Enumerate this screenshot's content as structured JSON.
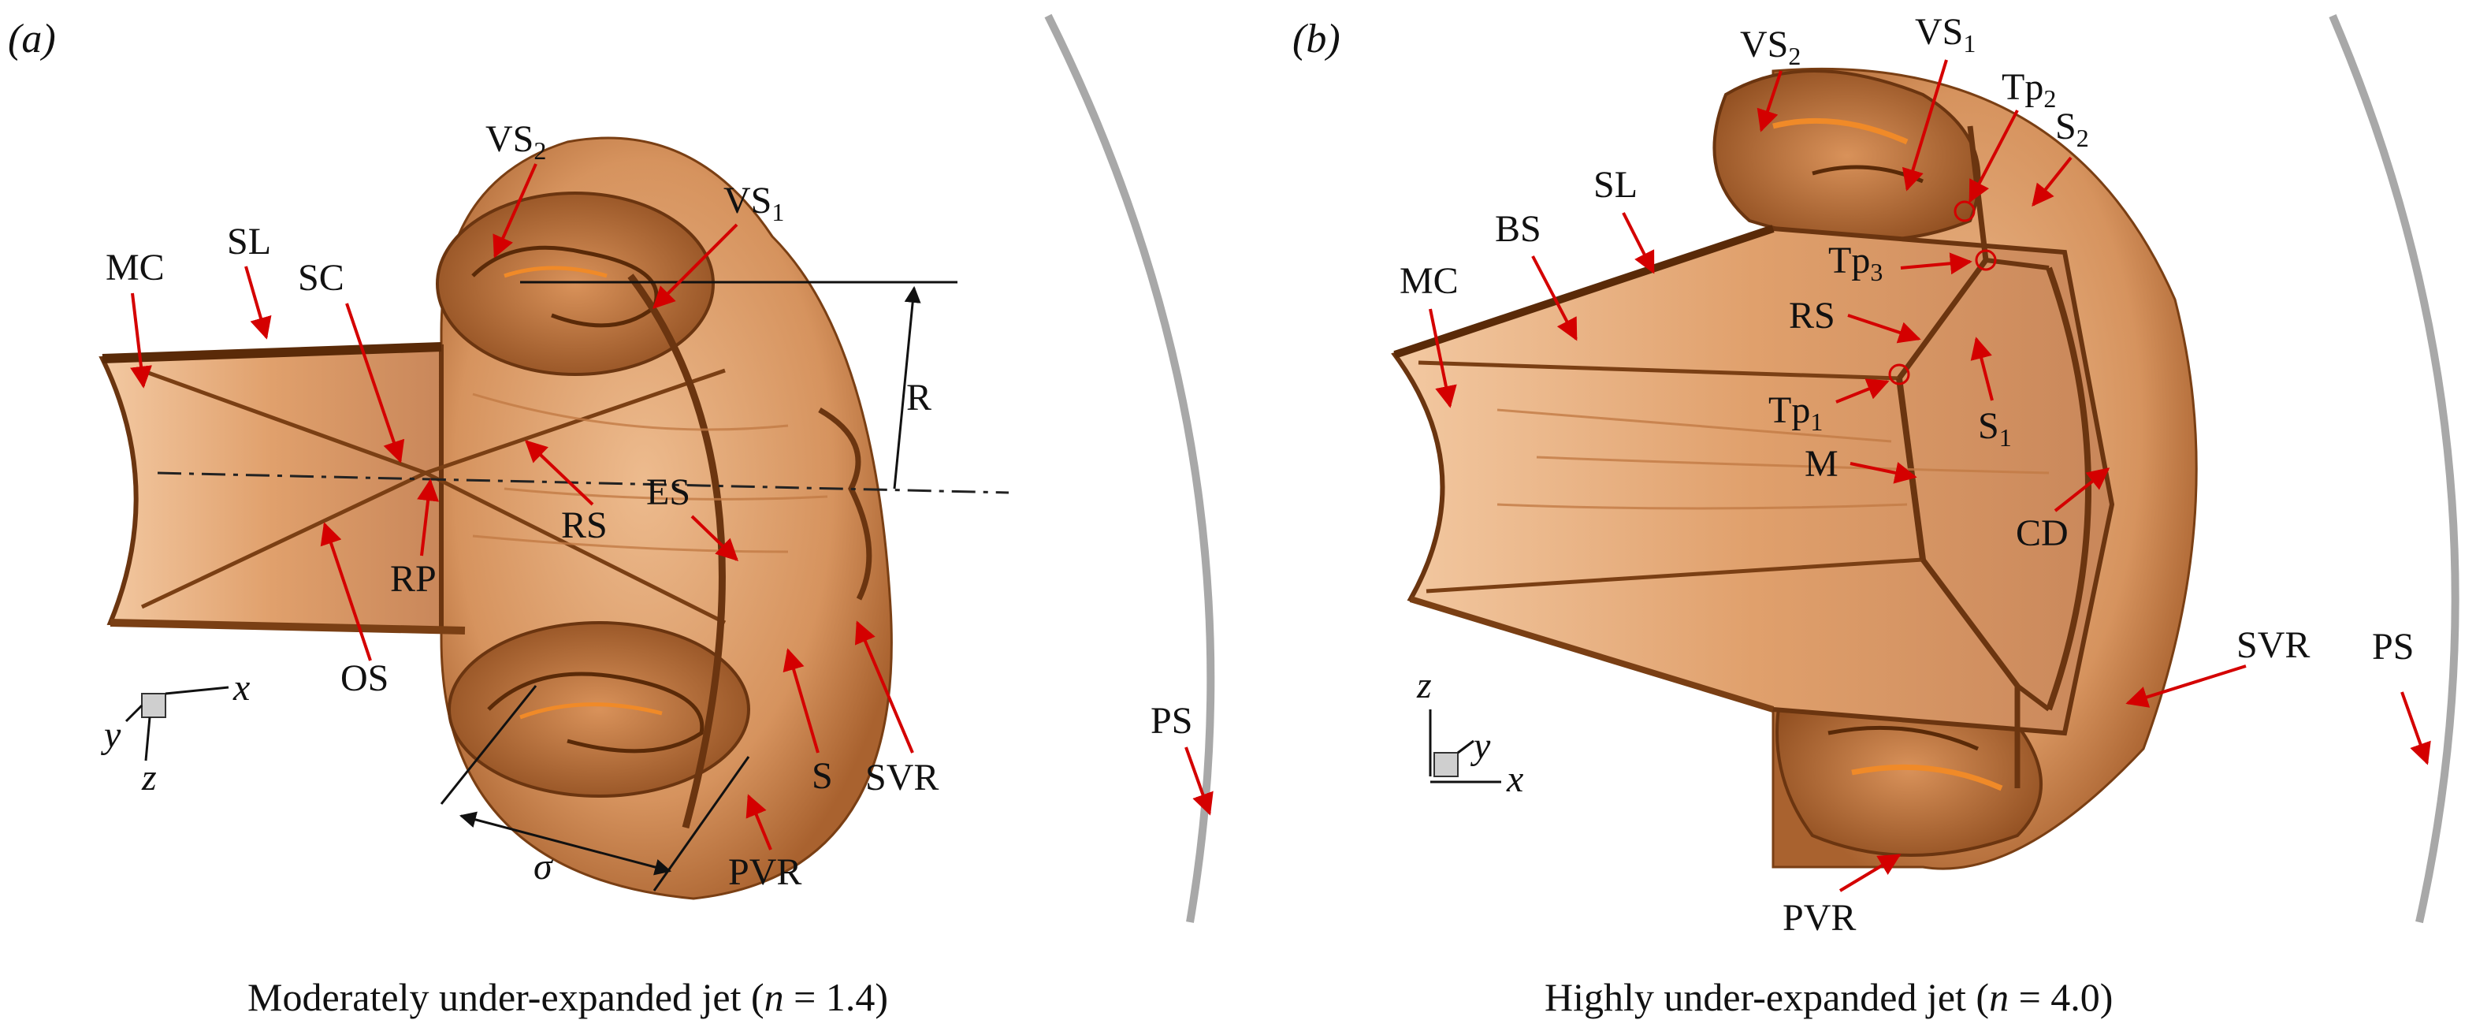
{
  "colors": {
    "jet_fill": "#e4a574",
    "jet_dark": "#6b3510",
    "jet_mid": "#c27a45",
    "annotation_red": "#d40000",
    "shock_gray": "#9a9a9a"
  },
  "panel_a": {
    "tag_open": "(",
    "tag_letter": "a",
    "tag_close": ")",
    "caption_prefix": "Moderately under-expanded jet (",
    "caption_var": "n",
    "caption_suffix": " = 1.4)",
    "labels": {
      "vs2": "VS",
      "vs2_sub": "2",
      "vs1": "VS",
      "vs1_sub": "1",
      "mc": "MC",
      "sl": "SL",
      "sc": "SC",
      "r": "R",
      "rs": "RS",
      "es": "ES",
      "rp": "RP",
      "os": "OS",
      "s": "S",
      "svr": "SVR",
      "pvr": "PVR",
      "ps": "PS",
      "sigma": "σ"
    },
    "axes": {
      "x": "x",
      "y": "y",
      "z": "z"
    }
  },
  "panel_b": {
    "tag_open": "(",
    "tag_letter": "b",
    "tag_close": ")",
    "caption_prefix": "Highly under-expanded jet (",
    "caption_var": "n",
    "caption_suffix": " = 4.0)",
    "labels": {
      "vs2": "VS",
      "vs2_sub": "2",
      "vs1": "VS",
      "vs1_sub": "1",
      "tp2": "Tp",
      "tp2_sub": "2",
      "s2": "S",
      "s2_sub": "2",
      "sl": "SL",
      "bs": "BS",
      "mc": "MC",
      "tp3": "Tp",
      "tp3_sub": "3",
      "rs": "RS",
      "tp1": "Tp",
      "tp1_sub": "1",
      "s1": "S",
      "s1_sub": "1",
      "m": "M",
      "cd": "CD",
      "svr": "SVR",
      "ps": "PS",
      "pvr": "PVR"
    },
    "axes": {
      "x": "x",
      "y": "y",
      "z": "z"
    }
  }
}
